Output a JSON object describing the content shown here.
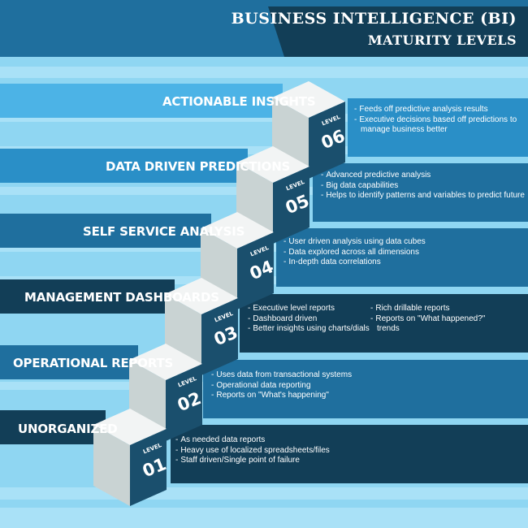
{
  "title": {
    "line1": "BUSINESS INTELLIGENCE (BI)",
    "line2": "MATURITY LEVELS"
  },
  "colors": {
    "background_light": "#8fd6f2",
    "band_dark": "#123e57",
    "band_mid": "#1f6f9e",
    "band_blue": "#2a8fc7",
    "band_sky": "#4cb3e6",
    "cube_top": "#f2f4f4",
    "cube_left": "#c9d3d3",
    "cube_front": "#1a4f6d"
  },
  "levels": [
    {
      "level_word": "LEVEL",
      "number": "01",
      "label": "UNORGANIZED",
      "bullets": [
        "As needed data reports",
        "Heavy use of localized spreadsheets/files",
        "Staff driven/Single point of failure"
      ],
      "bullets_right": []
    },
    {
      "level_word": "LEVEL",
      "number": "02",
      "label": "OPERATIONAL REPORTS",
      "bullets": [
        "Uses data from transactional systems",
        "Operational data reporting",
        "Reports on \"What's happening\""
      ],
      "bullets_right": []
    },
    {
      "level_word": "LEVEL",
      "number": "03",
      "label": "MANAGEMENT DASHBOARDS",
      "bullets": [
        "Executive level reports",
        "Dashboard driven",
        "Better insights using charts/dials"
      ],
      "bullets_right": [
        "Rich drillable reports",
        "Reports on \"What happened?\"",
        "trends"
      ]
    },
    {
      "level_word": "LEVEL",
      "number": "04",
      "label": "SELF SERVICE ANALYSIS",
      "bullets": [
        "User driven analysis using data cubes",
        "Data explored across all dimensions",
        "In-depth data correlations"
      ],
      "bullets_right": []
    },
    {
      "level_word": "LEVEL",
      "number": "05",
      "label": "DATA DRIVEN PREDICTIONS",
      "bullets": [
        "Advanced predictive analysis",
        "Big data capabilities",
        "Helps to identify patterns and variables to predict future"
      ],
      "bullets_right": []
    },
    {
      "level_word": "LEVEL",
      "number": "06",
      "label": "ACTIONABLE INSIGHTS",
      "bullets": [
        "Feeds off predictive analysis results",
        "Executive decisions based off predictions to",
        "manage business better"
      ],
      "bullets_right": []
    }
  ]
}
